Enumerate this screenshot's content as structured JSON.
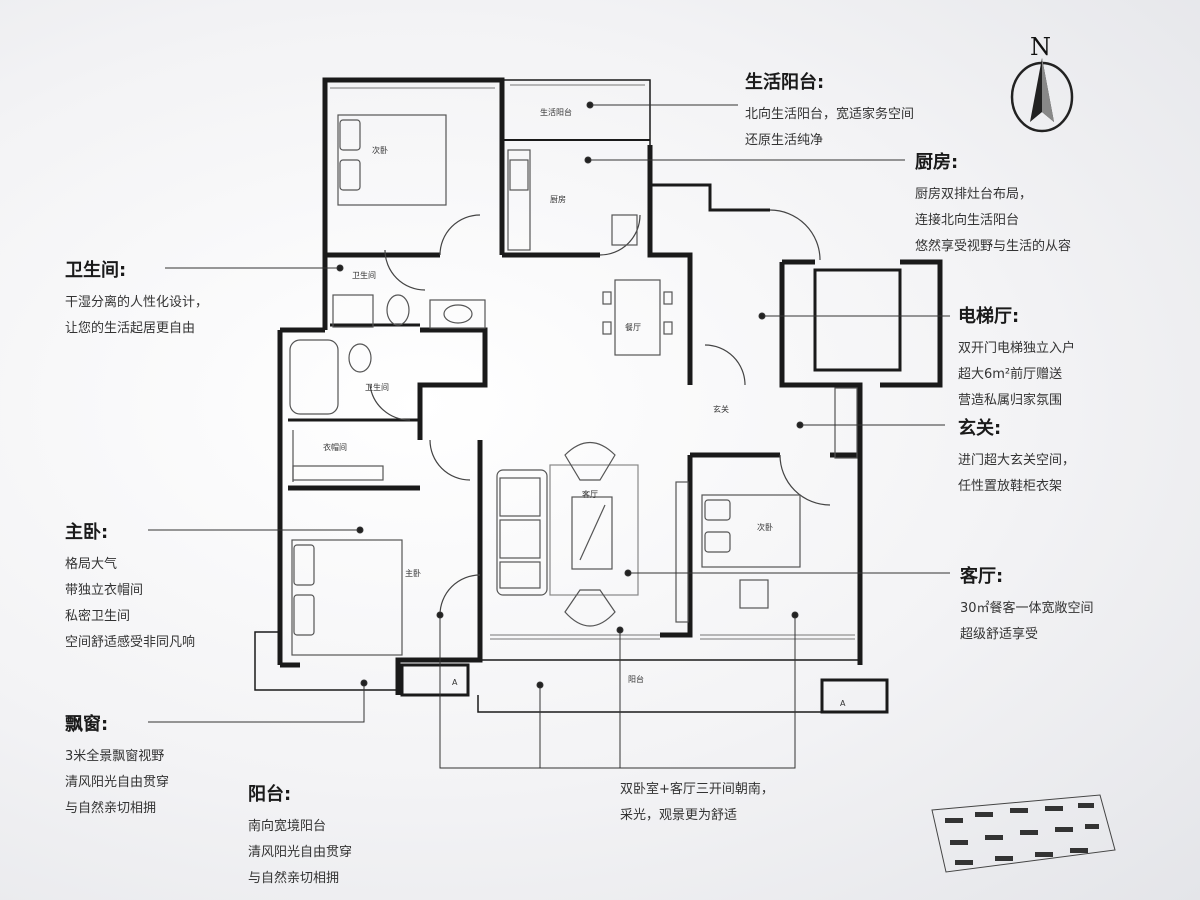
{
  "compass": {
    "north_letter": "N",
    "icon": "north-arrow-icon"
  },
  "rooms": {
    "second_bedroom_top": "次卧",
    "life_balcony": "生活阳台",
    "kitchen": "厨房",
    "bathroom_public": "卫生间",
    "dining": "餐厅",
    "bathroom_master": "卫生间",
    "cloakroom": "衣帽间",
    "foyer": "玄关",
    "living": "客厅",
    "second_bedroom_right": "次卧",
    "master_bedroom": "主卧",
    "balcony": "阳台",
    "ac_left": "A",
    "ac_right": "A"
  },
  "callouts": {
    "life_balcony": {
      "title": "生活阳台:",
      "lines": [
        "北向生活阳台，宽适家务空间",
        "还原生活纯净"
      ]
    },
    "kitchen": {
      "title": "厨房:",
      "lines": [
        "厨房双排灶台布局，",
        "连接北向生活阳台",
        "悠然享受视野与生活的从容"
      ]
    },
    "bathroom": {
      "title": "卫生间:",
      "lines": [
        "干湿分离的人性化设计，",
        "让您的生活起居更自由"
      ]
    },
    "elevator_hall": {
      "title": "电梯厅:",
      "lines": [
        "双开门电梯独立入户",
        "超大6m²前厅赠送",
        "营造私属归家氛围"
      ]
    },
    "foyer": {
      "title": "玄关:",
      "lines": [
        "进门超大玄关空间，",
        "任性置放鞋柜衣架"
      ]
    },
    "master_bedroom": {
      "title": "主卧:",
      "lines": [
        "格局大气",
        "带独立衣帽间",
        "私密卫生间",
        "空间舒适感受非同凡响"
      ]
    },
    "living_room": {
      "title": "客厅:",
      "lines": [
        "30㎡餐客一体宽敞空间",
        "超级舒适享受"
      ]
    },
    "bay_window": {
      "title": "飘窗:",
      "lines": [
        "3米全景飘窗视野",
        "清风阳光自由贯穿",
        "与自然亲切相拥"
      ]
    },
    "balcony": {
      "title": "阳台:",
      "lines": [
        "南向宽境阳台",
        "清风阳光自由贯穿",
        "与自然亲切相拥"
      ]
    },
    "south_facing": {
      "title": "",
      "lines": [
        "双卧室+客厅三开间朝南，",
        "采光，观景更为舒适"
      ]
    }
  },
  "colors": {
    "wall": "#1a1a1a",
    "fixture": "#555555",
    "leader": "#333333",
    "text": "#333333"
  }
}
